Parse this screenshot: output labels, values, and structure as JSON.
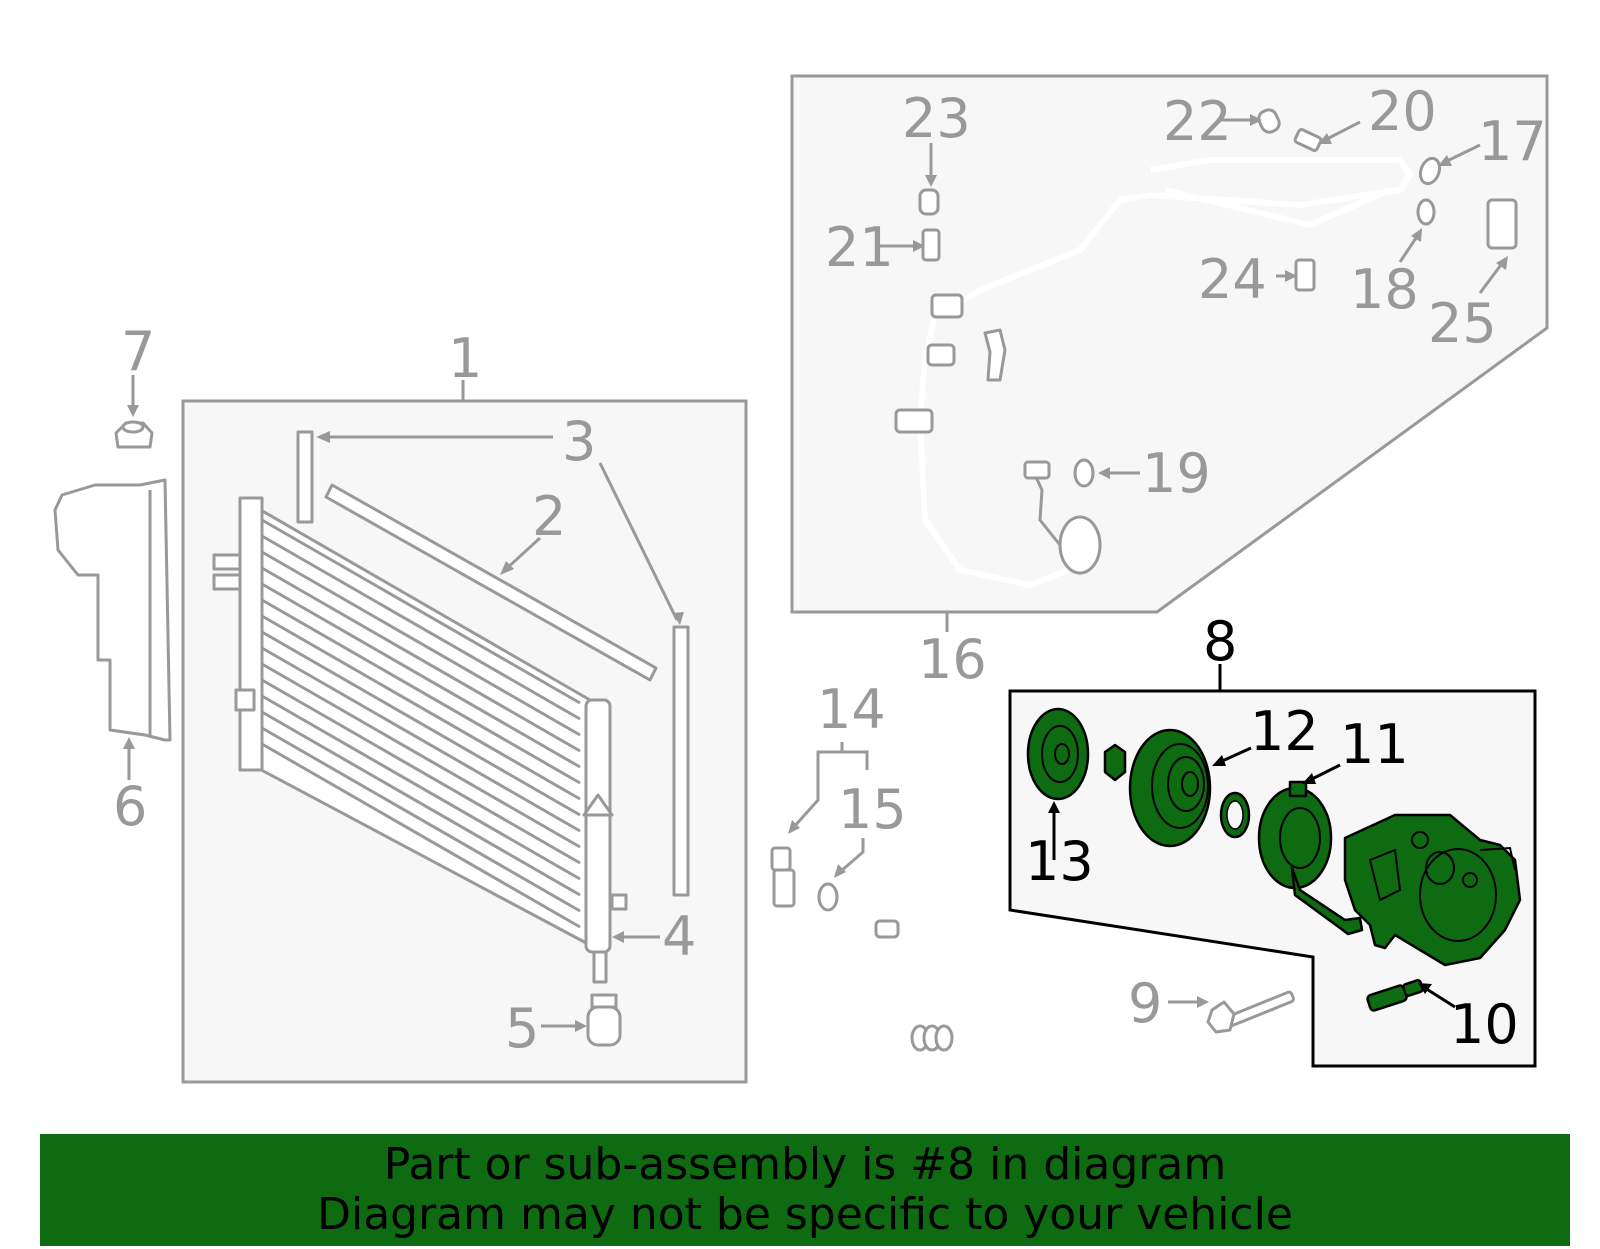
{
  "callouts": {
    "c1": "1",
    "c2": "2",
    "c3": "3",
    "c4": "4",
    "c5": "5",
    "c6": "6",
    "c7": "7",
    "c8": "8",
    "c9": "9",
    "c10": "10",
    "c11": "11",
    "c12": "12",
    "c13": "13",
    "c14": "14",
    "c15": "15",
    "c16": "16",
    "c17": "17",
    "c18": "18",
    "c19": "19",
    "c20": "20",
    "c21": "21",
    "c22": "22",
    "c23": "23",
    "c24": "24",
    "c25": "25"
  },
  "highlight_callout": "8",
  "colors": {
    "highlight": "#0e6b12",
    "parts_gray": "#999999",
    "panel_fill": "#f7f7f7"
  },
  "banner": {
    "line1": "Part or sub-assembly is #8 in diagram",
    "line2": "Diagram may not be specific to your vehicle"
  }
}
